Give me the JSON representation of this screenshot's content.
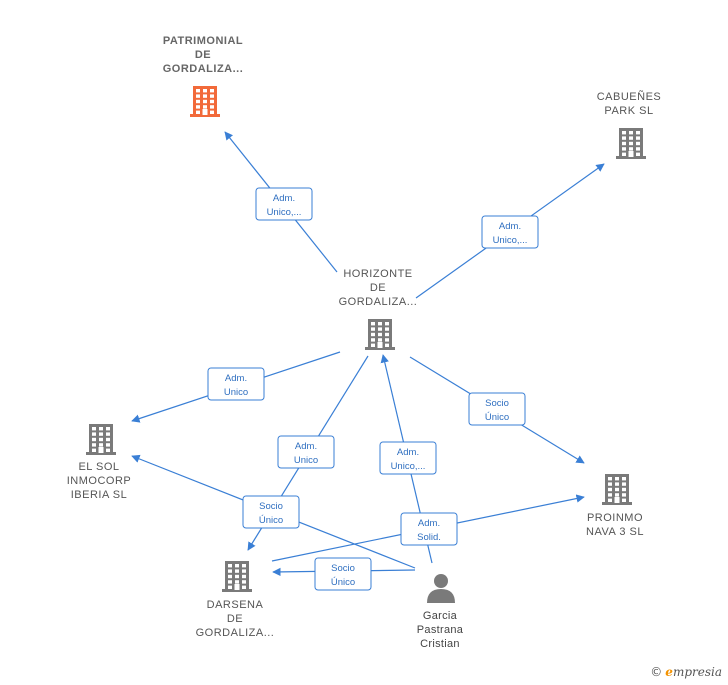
{
  "colors": {
    "edge": "#3a7fd5",
    "building": "#7a7a7a",
    "highlight": "#f26a3a",
    "person": "#7a7a7a"
  },
  "nodes": [
    {
      "id": "patrimonial",
      "kind": "building",
      "highlight": true,
      "lines": [
        "PATRIMONIAL",
        "DE",
        "GORDALIZA..."
      ]
    },
    {
      "id": "cabuenes",
      "kind": "building",
      "lines": [
        "CABUEÑES",
        "PARK  SL"
      ]
    },
    {
      "id": "horizonte",
      "kind": "building",
      "lines": [
        "HORIZONTE",
        "DE",
        "GORDALIZA..."
      ]
    },
    {
      "id": "elsol",
      "kind": "building",
      "lines": [
        "EL SOL",
        "INMOCORP",
        "IBERIA  SL"
      ]
    },
    {
      "id": "proinmo",
      "kind": "building",
      "lines": [
        "PROINMO",
        "NAVA 3  SL"
      ]
    },
    {
      "id": "darsena",
      "kind": "building",
      "lines": [
        "DARSENA",
        "DE",
        "GORDALIZA..."
      ]
    },
    {
      "id": "garcia",
      "kind": "person",
      "lines": [
        "Garcia",
        "Pastrana",
        "Cristian"
      ]
    }
  ],
  "edges": [
    {
      "id": "e1",
      "label": [
        "Adm.",
        "Unico,..."
      ]
    },
    {
      "id": "e2",
      "label": [
        "Adm.",
        "Unico,..."
      ]
    },
    {
      "id": "e3",
      "label": [
        "Adm.",
        "Unico"
      ]
    },
    {
      "id": "e4",
      "label": [
        "Adm.",
        "Unico"
      ]
    },
    {
      "id": "e5",
      "label": [
        "Socio",
        "Único"
      ]
    },
    {
      "id": "e6",
      "label": [
        "Adm.",
        "Unico,..."
      ]
    },
    {
      "id": "e7",
      "label": [
        "Socio",
        "Único"
      ]
    },
    {
      "id": "e8",
      "label": [
        "Adm.",
        "Solid."
      ]
    },
    {
      "id": "e9",
      "label": [
        "Socio",
        "Único"
      ]
    }
  ],
  "brand": {
    "copyright": "©",
    "initial": "e",
    "rest": "mpresia"
  }
}
